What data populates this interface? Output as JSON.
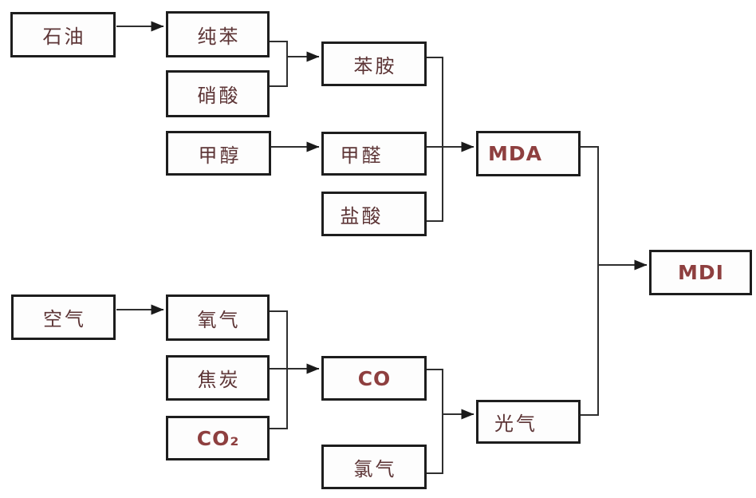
{
  "diagram": {
    "nodes": [
      {
        "id": "shiyou",
        "label": "石油"
      },
      {
        "id": "chunben",
        "label": "纯苯"
      },
      {
        "id": "xiaosuan",
        "label": "硝酸"
      },
      {
        "id": "jiachun",
        "label": "甲醇"
      },
      {
        "id": "benan",
        "label": "苯胺"
      },
      {
        "id": "jiaquan",
        "label": "甲醛"
      },
      {
        "id": "yansuan",
        "label": "盐酸"
      },
      {
        "id": "mda",
        "label": "MDA"
      },
      {
        "id": "kongqi",
        "label": "空气"
      },
      {
        "id": "yangqi",
        "label": "氧气"
      },
      {
        "id": "jiaotan",
        "label": "焦炭"
      },
      {
        "id": "co2",
        "label": "CO₂"
      },
      {
        "id": "co",
        "label": "CO"
      },
      {
        "id": "lvqi",
        "label": "氯气"
      },
      {
        "id": "guangqi",
        "label": "光气"
      },
      {
        "id": "mdi",
        "label": "MDI"
      }
    ],
    "edges": [
      {
        "from": [
          "石油"
        ],
        "to": "纯苯"
      },
      {
        "from": [
          "纯苯",
          "硝酸"
        ],
        "to": "苯胺"
      },
      {
        "from": [
          "甲醇"
        ],
        "to": "甲醛"
      },
      {
        "from": [
          "苯胺",
          "甲醛",
          "盐酸"
        ],
        "to": "MDA"
      },
      {
        "from": [
          "空气"
        ],
        "to": "氧气"
      },
      {
        "from": [
          "氧气",
          "焦炭",
          "CO₂"
        ],
        "to": "CO"
      },
      {
        "from": [
          "CO",
          "氯气"
        ],
        "to": "光气"
      },
      {
        "from": [
          "MDA",
          "光气"
        ],
        "to": "MDI"
      }
    ]
  },
  "colors": {
    "background": "#ffffff",
    "node_border": "#1d1d1d",
    "connector": "#2f2f2f",
    "label_chinese": "#5d3536",
    "label_latin": "#8e3f3f"
  }
}
